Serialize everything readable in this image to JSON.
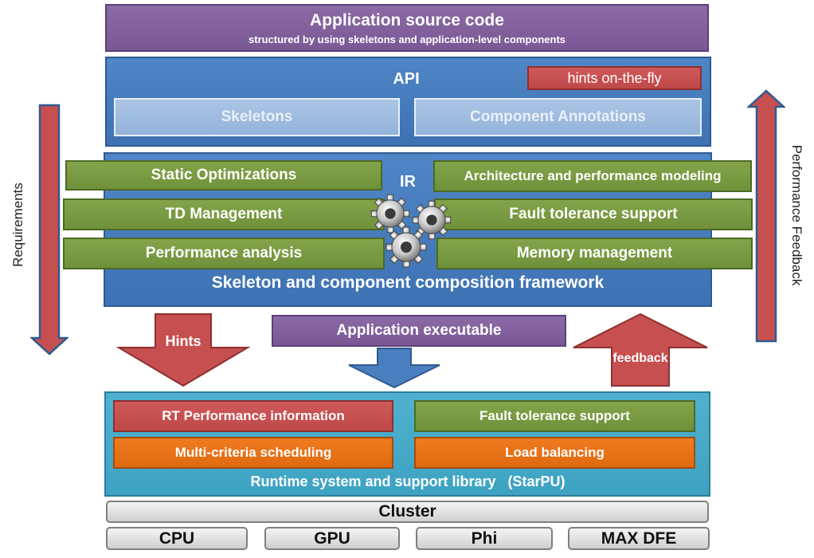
{
  "top": {
    "title": "Application source code",
    "subtitle": "structured by using skeletons and application-level components"
  },
  "api": {
    "title": "API",
    "hints_on_the_fly": "hints on-the-fly",
    "skeletons": "Skeletons",
    "component_annotations": "Component Annotations"
  },
  "framework": {
    "ir_label": "IR",
    "static_optimizations": "Static Optimizations",
    "arch_perf_modeling": "Architecture and performance modeling",
    "td_management": "TD Management",
    "fault_tolerance": "Fault tolerance support",
    "performance_analysis": "Performance analysis",
    "memory_management": "Memory management",
    "title": "Skeleton and component composition framework"
  },
  "middle": {
    "hints": "Hints",
    "application_executable": "Application executable",
    "feedback": "feedback"
  },
  "runtime": {
    "rt_performance": "RT Performance information",
    "fault_tolerance": "Fault tolerance support",
    "multi_criteria": "Multi-criteria scheduling",
    "load_balancing": "Load balancing",
    "title": "Runtime system and support library   (StarPU)"
  },
  "hardware": {
    "cluster": "Cluster",
    "cpu": "CPU",
    "gpu": "GPU",
    "phi": "Phi",
    "max_dfe": "MAX DFE"
  },
  "side": {
    "requirements": "Requirements",
    "performance_feedback": "Performance Feedback"
  },
  "colors": {
    "purple": "#7f5f9a",
    "blue": "#4a7fbf",
    "green": "#77993f",
    "red": "#c64f4f",
    "orange": "#e8731a",
    "teal": "#46aac9"
  },
  "icons": {
    "gears": "gears-icon"
  }
}
